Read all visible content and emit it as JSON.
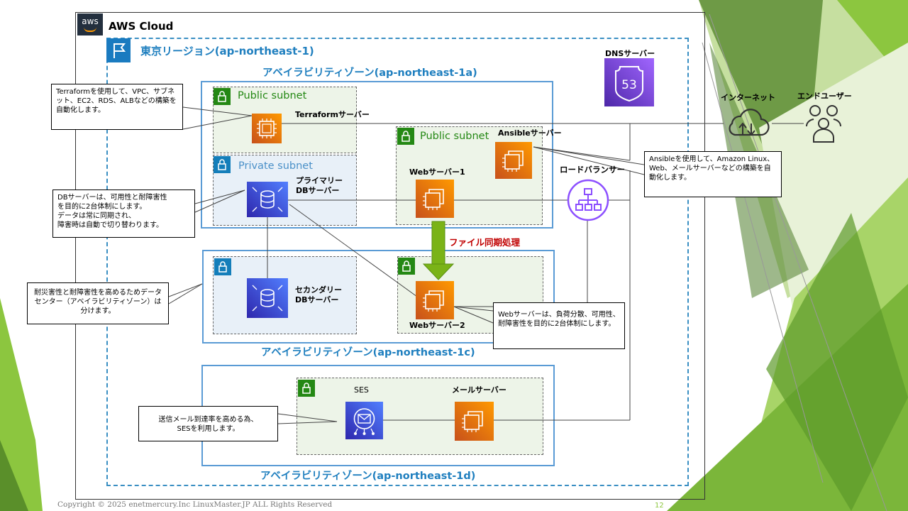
{
  "aws_cloud": {
    "logo_text": "aws",
    "title": "AWS Cloud"
  },
  "region": {
    "title": "東京リージョン(ap-northeast-1)"
  },
  "availability_zones": [
    {
      "label": "アベイラビリティゾーン(ap-northeast-1a)"
    },
    {
      "label": "アベイラビリティゾーン(ap-northeast-1c)"
    },
    {
      "label": "アベイラビリティゾーン(ap-northeast-1d)"
    }
  ],
  "subnets": {
    "public_1a_left": "Public subnet",
    "private_1a": "Private subnet",
    "public_1a_right": "Public subnet"
  },
  "nodes": {
    "terraform_server": "Terraformサーバー",
    "ansible_server": "Ansibleサーバー",
    "primary_db_line1": "プライマリー",
    "primary_db_line2": "DBサーバー",
    "web_server_1": "Webサーバー1",
    "web_server_2": "Webサーバー2",
    "secondary_db_line1": "セカンダリー",
    "secondary_db_line2": "DBサーバー",
    "load_balancer": "ロードバランサー",
    "dns_server": "DNSサーバー",
    "dns_badge": "53",
    "internet": "インターネット",
    "end_user": "エンドユーザー",
    "ses": "SES",
    "mail_server": "メールサーバー"
  },
  "sync_label": "ファイル同期処理",
  "notes": {
    "terraform": "Terraformを使用して、VPC、サブネット、EC2、RDS、ALBなどの構築を自動化します。",
    "ansible": "Ansibleを使用して、Amazon Linux、Web、メールサーバーなどの構築を自動化します。",
    "db_line1": "DBサーバーは、可用性と耐障害性",
    "db_line2": "を目的に2台体制にします。",
    "db_line3": "データは常に同期され、",
    "db_line4": "障害時は自動で切り替わります。",
    "dr": "耐災害性と耐障害性を高めるためデータセンター（アベイラビリティゾーン）は分けます。",
    "web": "Webサーバーは、負荷分散、可用性、耐障害性を目的に2台体制にします。",
    "ses_line1": "送信メール到達率を高める為、",
    "ses_line2": "SESを利用します。"
  },
  "footer": {
    "copyright": "Copyright © 2025 enetmercury.Inc LinuxMaster.JP ALL Rights Reserved",
    "page_number": "12"
  },
  "colors": {
    "aws_dark": "#232f3e",
    "region_blue": "#1f7fbf",
    "subnet_green": "#248814",
    "ec2_orange": "#ff9900",
    "db_blue": "#527fff",
    "dns_purple": "#8c4fff",
    "sync_red": "#c00000",
    "arrow_green": "#7ab317"
  },
  "icons": {
    "ec2": "ec2-instance-icon",
    "db": "database-icon",
    "ses": "ses-mail-icon",
    "dns": "route53-icon",
    "lb": "load-balancer-icon",
    "cloud": "internet-cloud-icon",
    "users": "users-icon",
    "lock": "lock-icon",
    "flag": "region-flag-icon"
  }
}
